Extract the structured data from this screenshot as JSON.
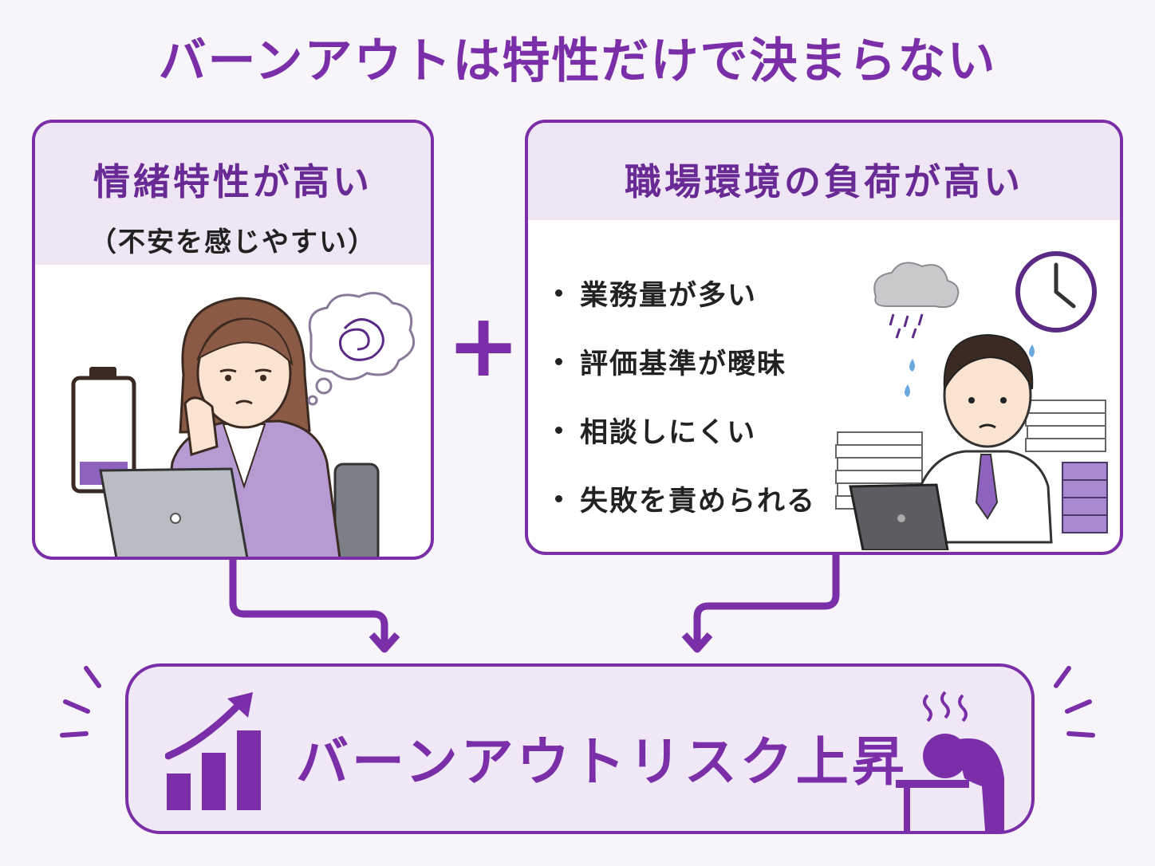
{
  "title": "バーンアウトは特性だけで決まらない",
  "left_panel": {
    "heading": "情緒特性が高い",
    "subheading": "（不安を感じやすい）",
    "battery_level": 0.22,
    "illustration": "anxious-woman-at-laptop"
  },
  "plus_sign": "+",
  "right_panel": {
    "heading": "職場環境の負荷が高い",
    "bullets": [
      "業務量が多い",
      "評価基準が曖昧",
      "相談しにくい",
      "失敗を責められる"
    ],
    "illustration": "stressed-man-with-paper-stacks"
  },
  "result": {
    "label": "バーンアウトリスク上昇",
    "left_icon": "rising-bar-chart-icon",
    "right_icon": "exhausted-person-icon"
  },
  "colors": {
    "accent": "#7a2ea8",
    "panel_header": "#eee6f4",
    "result_bg": "#f0e8f6",
    "battery_fill": "#8e63c0"
  }
}
